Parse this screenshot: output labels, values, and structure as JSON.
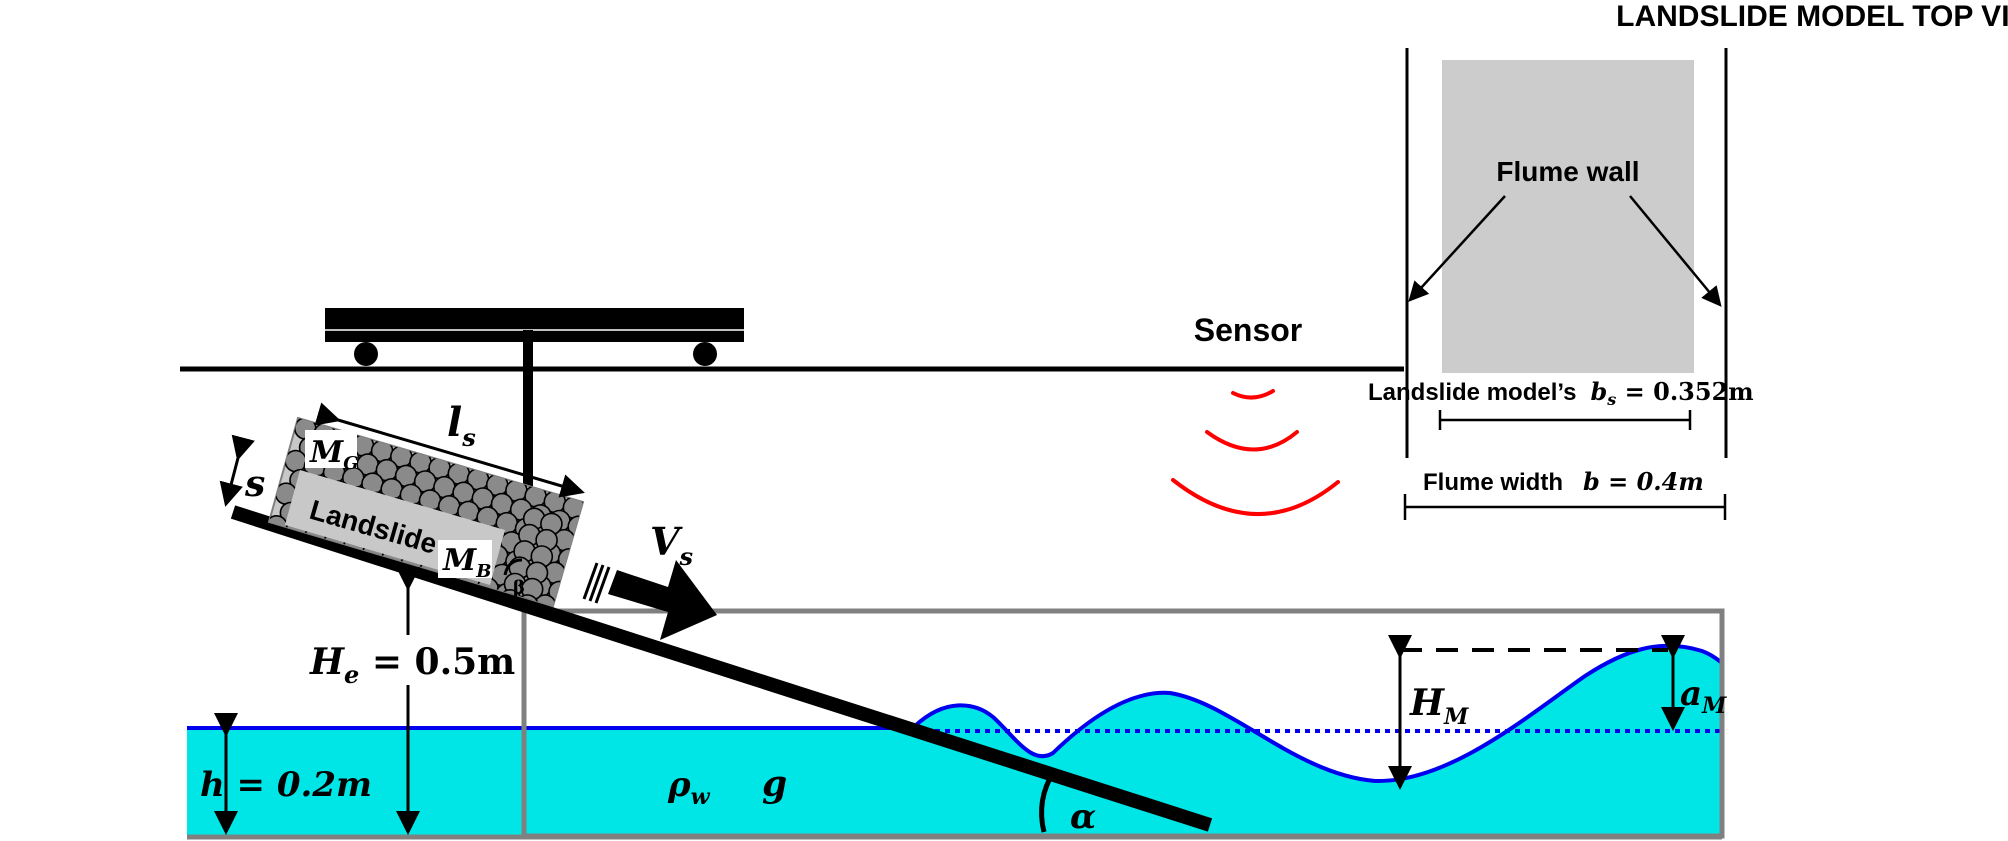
{
  "title": "LANDSLIDE MODEL TOP VIEW",
  "sensor_label": "Sensor",
  "flume_wall_label": "Flume wall",
  "landslide_label": "Landslide",
  "bs_prefix": "Landslide model’s",
  "bs_equation": "b",
  "bs_sub": "s",
  "bs_value": " = 0.352m",
  "flume_width_prefix": "Flume width",
  "b_equation": "b = 0.4m",
  "ls_symbol": "l",
  "ls_sub": "s",
  "s_symbol": "s",
  "mg_symbol": "M",
  "mg_sub": "G",
  "mb_symbol": "M",
  "mb_sub": "B",
  "beta_symbol": "β",
  "vs_symbol": "V",
  "vs_sub": "s",
  "he_symbol": "H",
  "he_sub": "e",
  "he_value": " = 0.5m",
  "h_equation": "h = 0.2m",
  "rho_symbol": "ρ",
  "rho_sub": "w",
  "g_symbol": "g",
  "alpha_symbol": "α",
  "hm_symbol": "H",
  "hm_sub": "M",
  "am_symbol": "a",
  "am_sub": "M",
  "colors": {
    "water": "#00e6e6",
    "wave_line": "#0000ee",
    "sensor_waves": "#ff0000",
    "flume_frame": "#808080",
    "top_view_fill": "#cccccc",
    "landslide_box": "#c8c8c8",
    "gravel": "#8a8a8a"
  }
}
